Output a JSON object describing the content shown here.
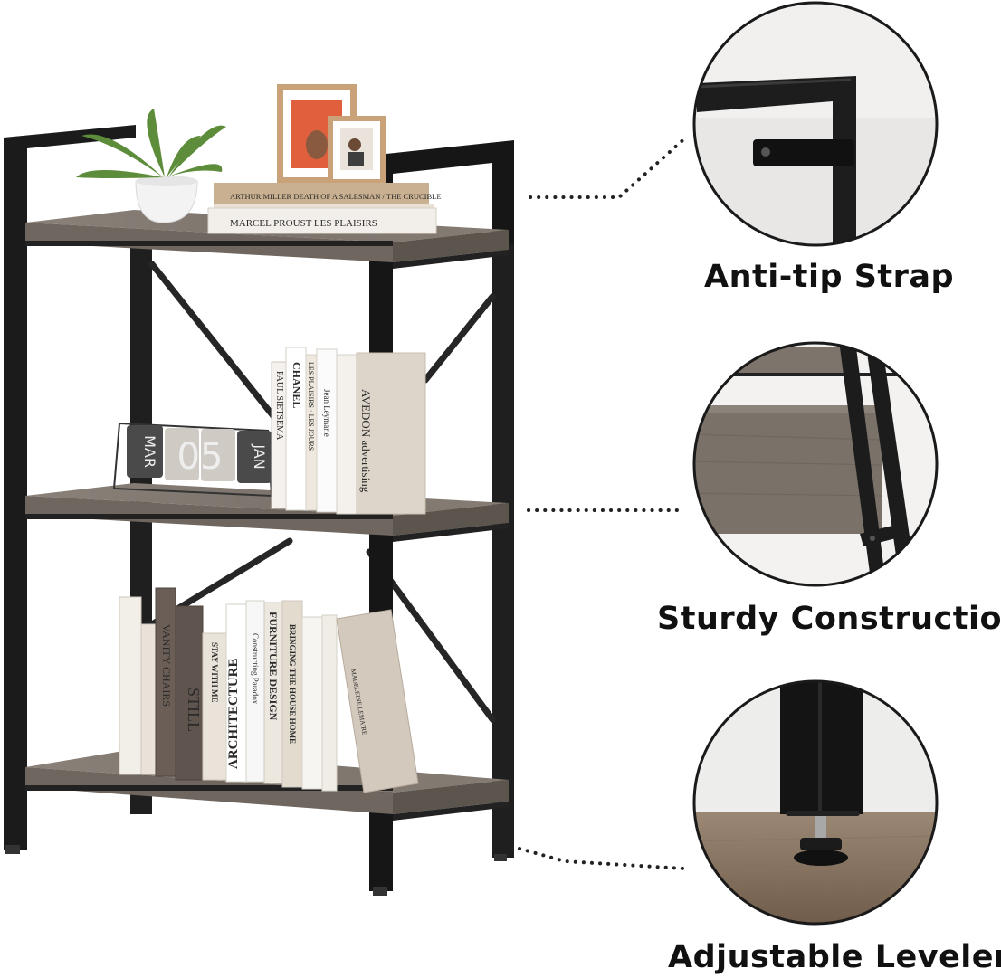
{
  "callouts": [
    {
      "label": "Anti-tip Strap"
    },
    {
      "label": "Sturdy Construction"
    },
    {
      "label": "Adjustable Levelers"
    }
  ],
  "calendar": {
    "month1": "MAR",
    "day": "05",
    "month2": "JAN"
  },
  "book_spines": {
    "top_shelf": [
      "ARTHUR MILLER  DEATH OF A SALESMAN / THE CRUCIBLE",
      "MARCEL PROUST   LES PLAISIRS"
    ],
    "middle_shelf": [
      "PAUL SIETSEMA",
      "CHANEL",
      "LES PLAISIRS · LES JOURS",
      "Jean Leymarie",
      "AVEDON advertising"
    ],
    "bottom_shelf": [
      "ARCHITECTURE",
      "STILL",
      "FURNITURE DESIGN",
      "BRINGING THE HOUSE HOME",
      "STAY WITH ME",
      "Constructing Paradox",
      "VANITY CHAIRS",
      "MADELEINE LEMAIRE"
    ]
  },
  "colors": {
    "frame": "#1b1b1b",
    "shelf_wood": "#7c746c",
    "shelf_edge": "#6b635b",
    "circle_border": "#1a1a1a",
    "dots": "#222222"
  }
}
